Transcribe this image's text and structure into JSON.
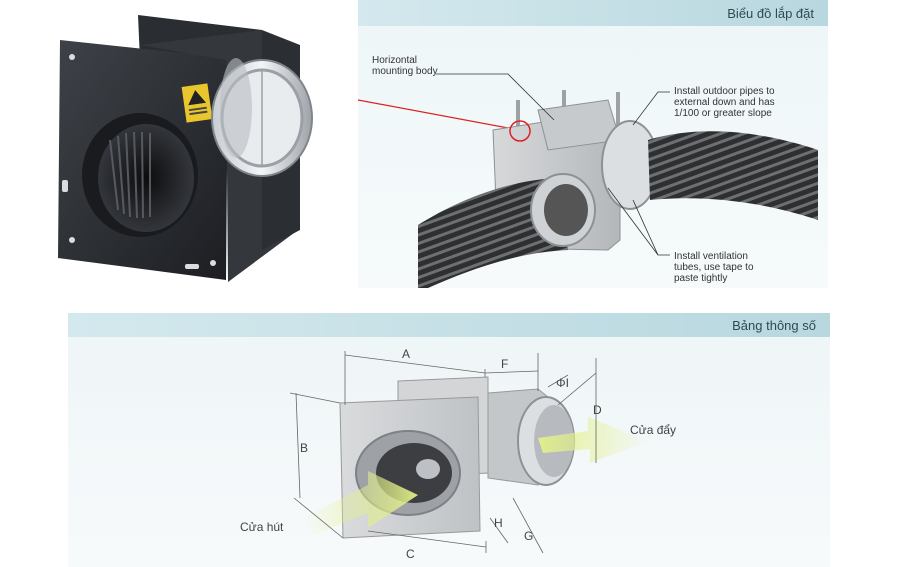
{
  "install_panel": {
    "title": "Biểu đồ lắp đặt",
    "callouts": {
      "mounting_body": [
        "Horizontal",
        "mounting body"
      ],
      "outdoor_pipes": [
        "Install outdoor pipes to",
        "external down and has",
        "1/100 or greater slope"
      ],
      "ventilation_tubes": [
        "Install ventilation",
        "tubes, use tape to",
        "paste tightly"
      ]
    }
  },
  "spec_panel": {
    "title": "Bảng thông số",
    "dimension_labels": {
      "a": "A",
      "b": "B",
      "c": "C",
      "d": "D",
      "f": "F",
      "g": "G",
      "h": "H",
      "phi": "ΦI"
    },
    "intake_label": "Cửa hút",
    "outlet_label": "Cửa đẩy"
  },
  "colors": {
    "header_bar": "#c6e0e6",
    "header_text": "#2f4a55",
    "fan_body": "#2b2e33",
    "arrow_green": "#e3f08a",
    "red_line": "#e02020"
  },
  "icons": {
    "warning_label": "warning-label-icon"
  }
}
